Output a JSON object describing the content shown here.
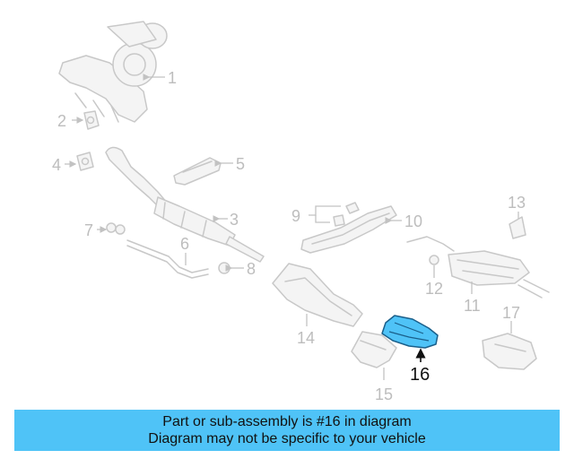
{
  "diagram": {
    "highlight_color": "#4fc3f7",
    "labels": [
      "1",
      "2",
      "3",
      "4",
      "5",
      "6",
      "7",
      "8",
      "9",
      "10",
      "11",
      "12",
      "13",
      "14",
      "15",
      "16",
      "17"
    ],
    "highlighted_part": "16"
  },
  "banner": {
    "line1": "Part or sub-assembly is #16 in diagram",
    "line2": "Diagram may not be specific to your vehicle"
  }
}
